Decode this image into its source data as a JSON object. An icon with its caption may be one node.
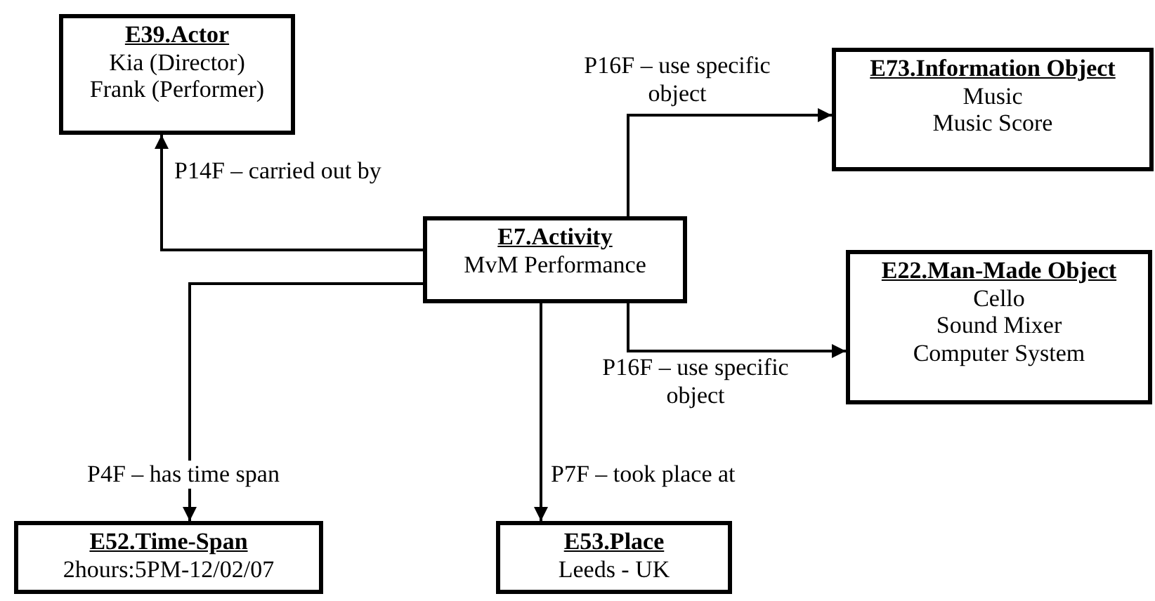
{
  "diagram": {
    "nodes": [
      {
        "text": [
          "E39.Actor",
          "Kia (Director)",
          "Frank (Performer)"
        ]
      },
      {
        "text": [
          "E73.Information Object",
          "Music",
          "Music Score"
        ]
      },
      {
        "text": [
          "E7.Activity",
          "MvM Performance"
        ]
      },
      {
        "text": [
          "E22.Man-Made Object",
          "Cello",
          "Sound Mixer",
          "Computer System"
        ]
      },
      {
        "text": [
          "E52.Time-Span",
          "2hours:5PM-12/02/07"
        ]
      },
      {
        "text": [
          "E53.Place",
          "Leeds - UK"
        ]
      }
    ],
    "edges": [
      {
        "from": 2,
        "to": 0,
        "arrow": "to",
        "label": "P14F – carried out by"
      },
      {
        "from": 2,
        "to": 1,
        "arrow": "to",
        "label": "P16F – use specific object"
      },
      {
        "from": 2,
        "to": 3,
        "arrow": "to",
        "label": "P16F – use specific object"
      },
      {
        "from": 2,
        "to": 4,
        "arrow": "to",
        "label": "P4F – has time span"
      },
      {
        "from": 2,
        "to": 5,
        "arrow": "to",
        "label": "P7F – took place at"
      }
    ]
  }
}
